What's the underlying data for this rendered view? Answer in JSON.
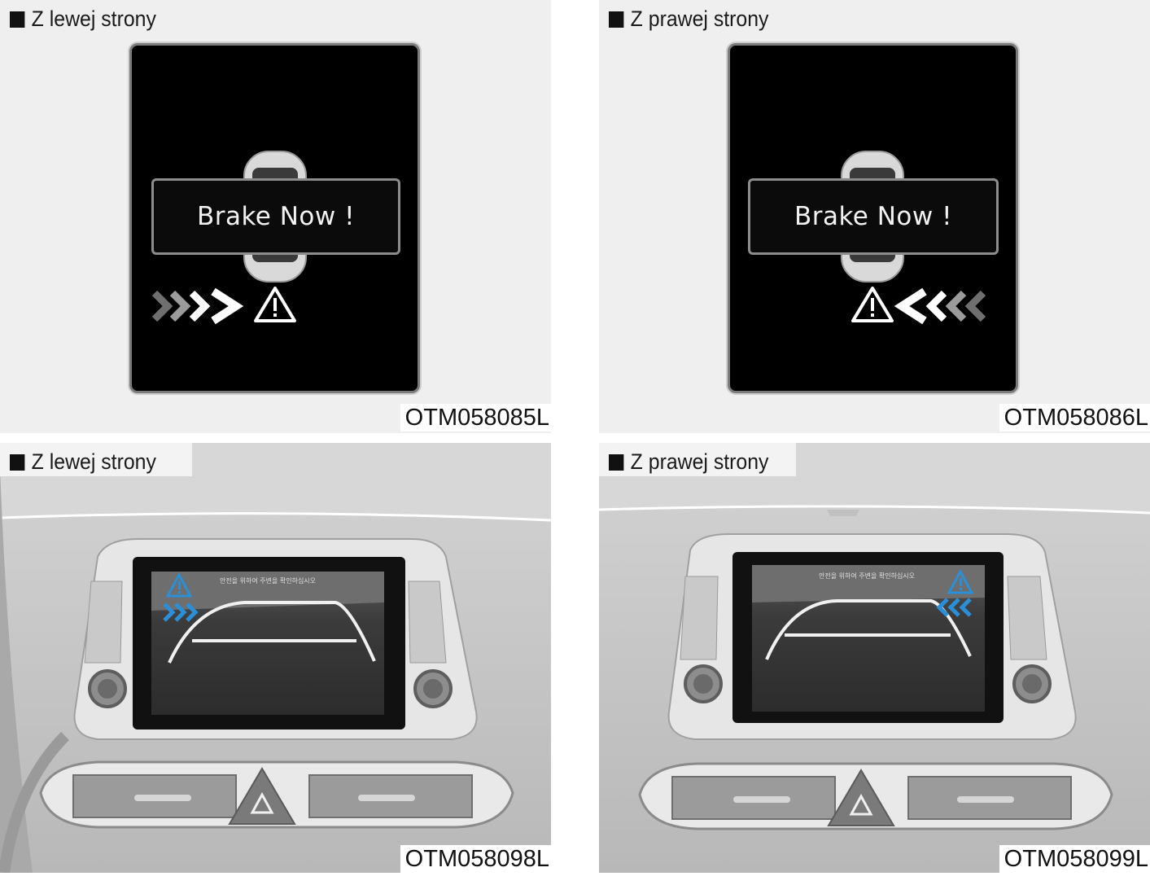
{
  "panels": [
    {
      "title": "Z lewej strony",
      "code": "OTM058085L",
      "message": "Brake Now !"
    },
    {
      "title": "Z prawej strony",
      "code": "OTM058086L",
      "message": "Brake Now !"
    },
    {
      "title": "Z lewej strony",
      "code": "OTM058098L",
      "overlay_text": "안전을 위하여 주변을 확인하십시오"
    },
    {
      "title": "Z prawej strony",
      "code": "OTM058099L",
      "overlay_text": "안전을 위하여 주변을 확인하십시오"
    }
  ],
  "icons": [
    "warning-triangle-icon",
    "chevron-right-icon",
    "chevron-left-icon",
    "car-top-view-icon",
    "hazard-button-icon"
  ],
  "colors": {
    "alert_blue": "#2a8fd6",
    "screen_black": "#000000"
  }
}
